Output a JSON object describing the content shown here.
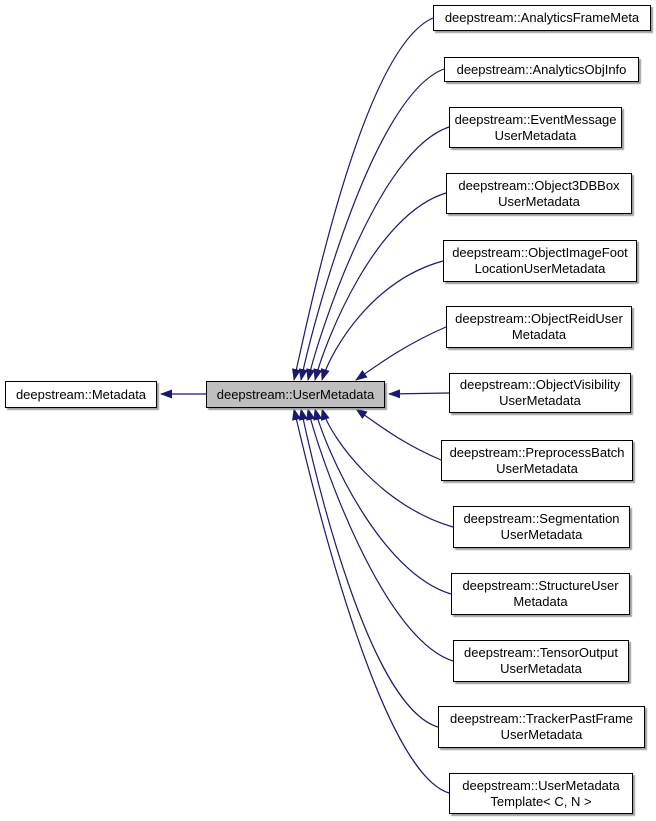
{
  "graph": {
    "base": {
      "lines": [
        "deepstream::Metadata"
      ]
    },
    "focus": {
      "lines": [
        "deepstream::UserMetadata"
      ]
    },
    "derived": [
      {
        "lines": [
          "deepstream::AnalyticsFrameMeta",
          ""
        ]
      },
      {
        "lines": [
          "deepstream::AnalyticsObjInfo",
          ""
        ]
      },
      {
        "lines": [
          "deepstream::EventMessage",
          "UserMetadata"
        ]
      },
      {
        "lines": [
          "deepstream::Object3DBBox",
          "UserMetadata"
        ]
      },
      {
        "lines": [
          "deepstream::ObjectImageFoot",
          "LocationUserMetadata"
        ]
      },
      {
        "lines": [
          "deepstream::ObjectReidUser",
          "Metadata"
        ]
      },
      {
        "lines": [
          "deepstream::ObjectVisibility",
          "UserMetadata"
        ]
      },
      {
        "lines": [
          "deepstream::PreprocessBatch",
          "UserMetadata"
        ]
      },
      {
        "lines": [
          "deepstream::Segmentation",
          "UserMetadata"
        ]
      },
      {
        "lines": [
          "deepstream::StructureUser",
          "Metadata"
        ]
      },
      {
        "lines": [
          "deepstream::TensorOutput",
          "UserMetadata"
        ]
      },
      {
        "lines": [
          "deepstream::TrackerPastFrame",
          "UserMetadata"
        ]
      },
      {
        "lines": [
          "deepstream::UserMetadata",
          "Template< C, N >"
        ]
      }
    ],
    "colors": {
      "edge": "#191970",
      "node_fill": "#ffffff",
      "focus_fill": "#bfbfbf",
      "border": "#000000"
    }
  }
}
